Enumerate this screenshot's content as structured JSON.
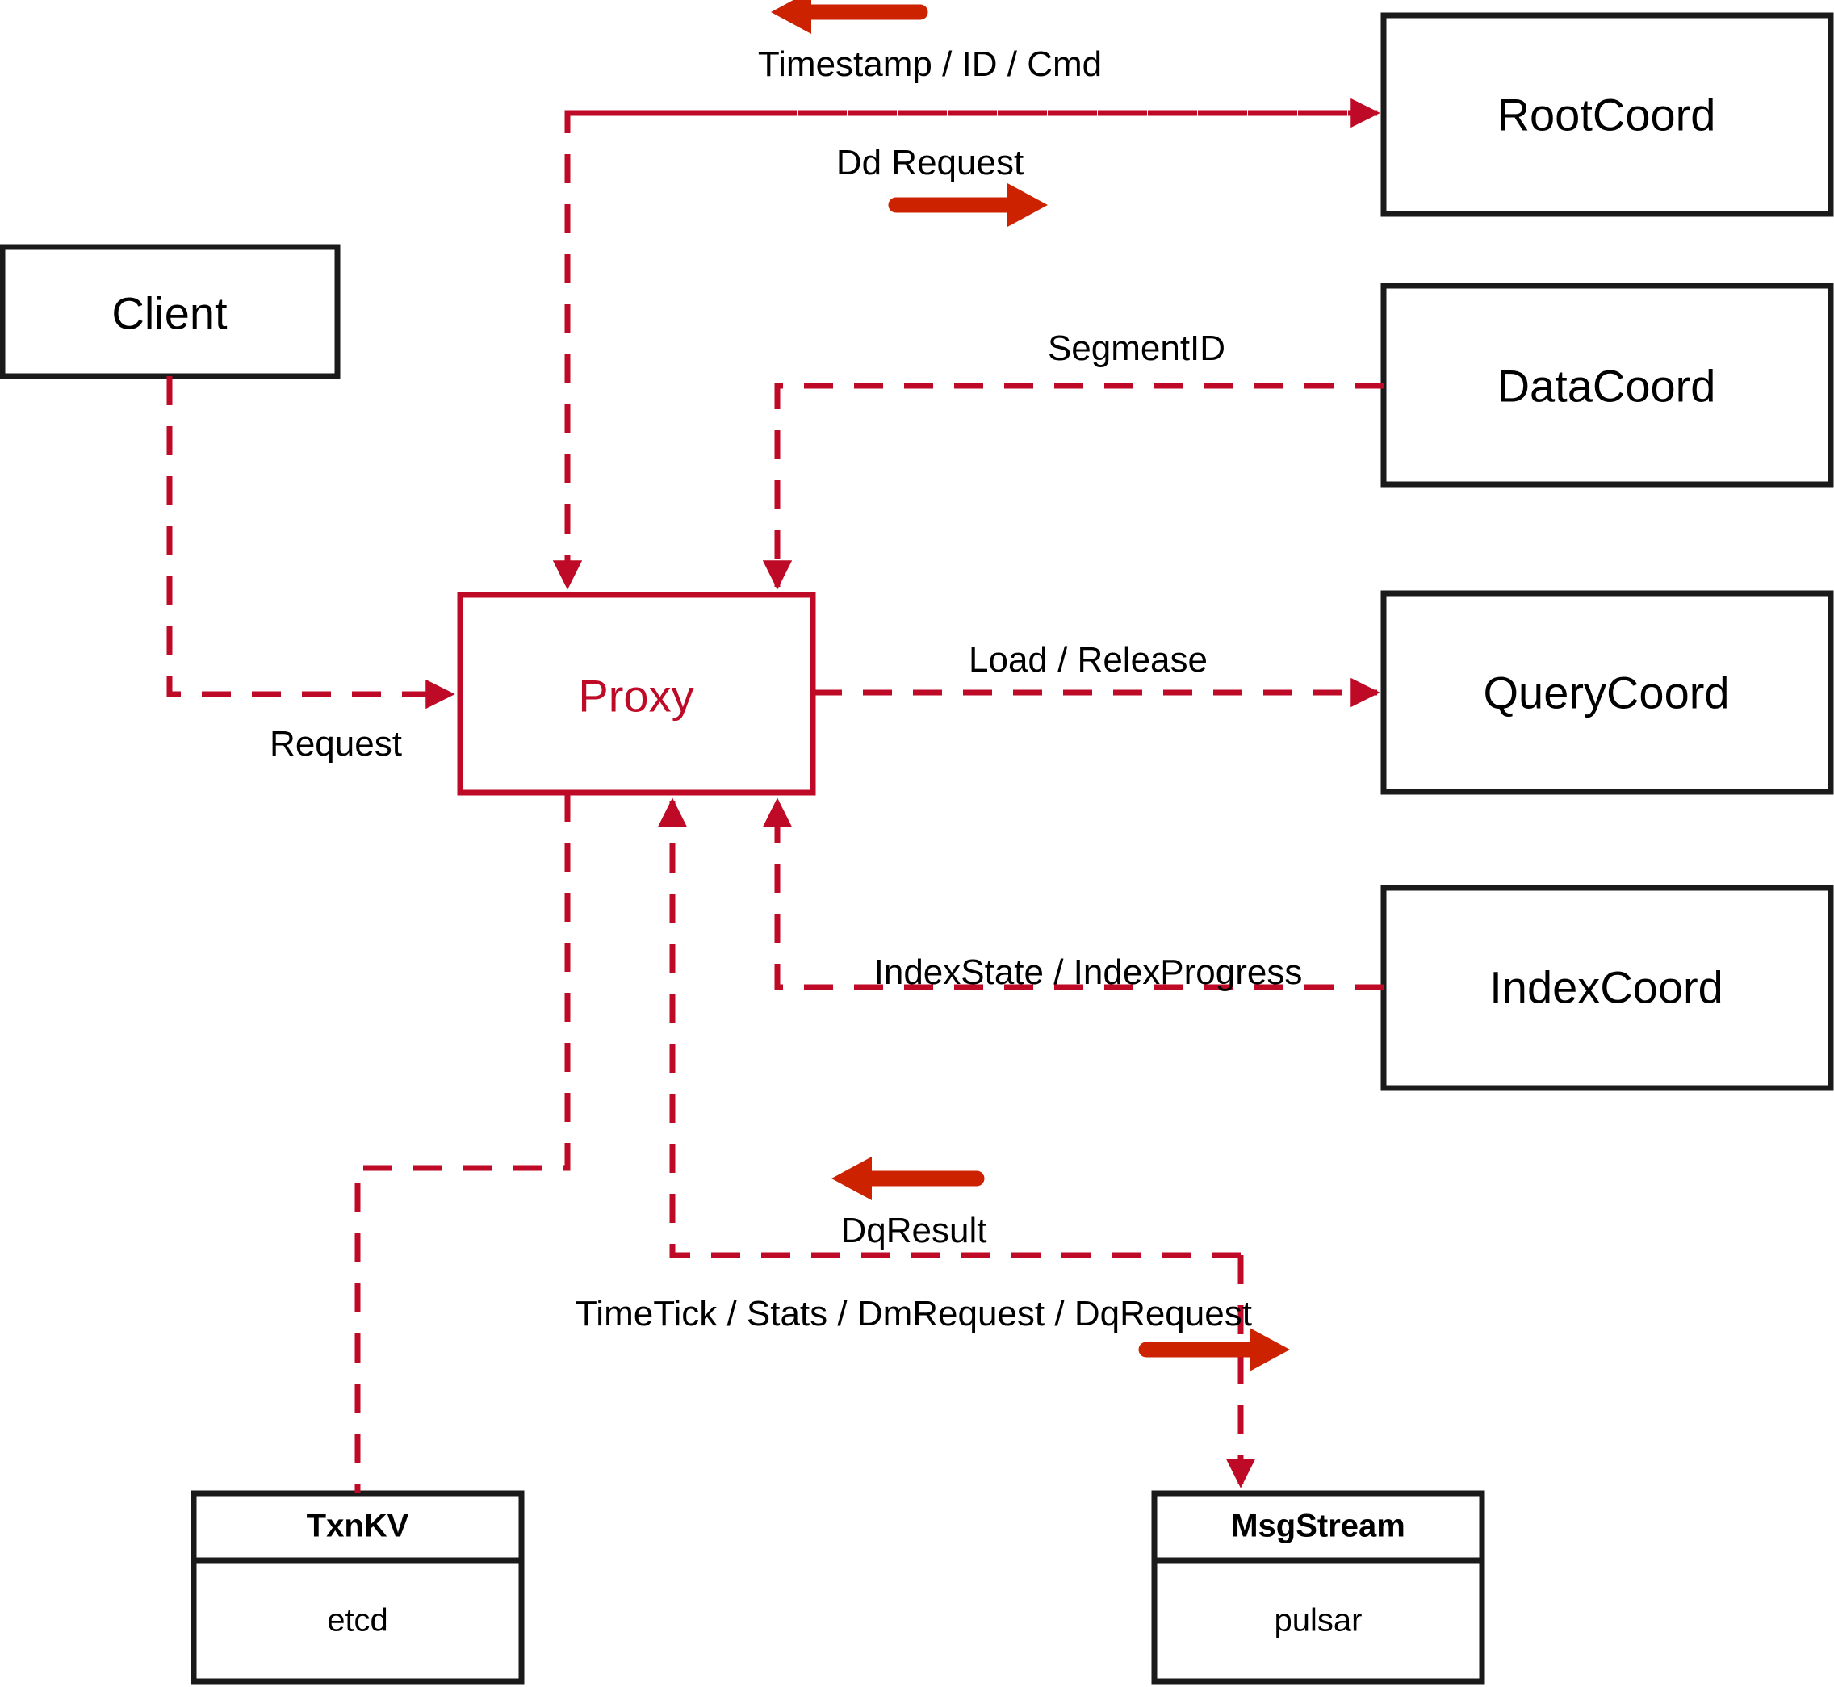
{
  "diagram": {
    "title": "Milvus Proxy interaction diagram",
    "colors": {
      "node_stroke": "#1A1A1A",
      "proxy_stroke": "#BE0A26",
      "proxy_text": "#BE0A26",
      "dashed_edge": "#BE0A26",
      "solid_arrow": "#CC2200",
      "background": "#FFFFFF",
      "label_text": "#000000"
    },
    "nodes": [
      {
        "id": "client",
        "label": "Client",
        "style": "plain"
      },
      {
        "id": "proxy",
        "label": "Proxy",
        "style": "accent"
      },
      {
        "id": "rootcoord",
        "label": "RootCoord",
        "style": "plain"
      },
      {
        "id": "datacoord",
        "label": "DataCoord",
        "style": "plain"
      },
      {
        "id": "querycoord",
        "label": "QueryCoord",
        "style": "plain"
      },
      {
        "id": "indexcoord",
        "label": "IndexCoord",
        "style": "plain"
      },
      {
        "id": "txnkv",
        "label": "TxnKV",
        "sub": "etcd",
        "style": "compartment"
      },
      {
        "id": "msgstream",
        "label": "MsgStream",
        "sub": "pulsar",
        "style": "compartment"
      }
    ],
    "edge_labels": {
      "timestamp_id_cmd": "Timestamp / ID / Cmd",
      "dd_request": "Dd Request",
      "segment_id": "SegmentID",
      "request": "Request",
      "load_release": "Load / Release",
      "index_state_progress": "IndexState / IndexProgress",
      "dq_result": "DqResult",
      "timetick_stats": "TimeTick / Stats / DmRequest / DqRequest"
    },
    "directional_arrows": [
      {
        "id": "timestamp-arrow",
        "direction": "left"
      },
      {
        "id": "dd-request-arrow",
        "direction": "right"
      },
      {
        "id": "dqresult-arrow",
        "direction": "left"
      },
      {
        "id": "timetick-arrow",
        "direction": "right"
      }
    ]
  }
}
